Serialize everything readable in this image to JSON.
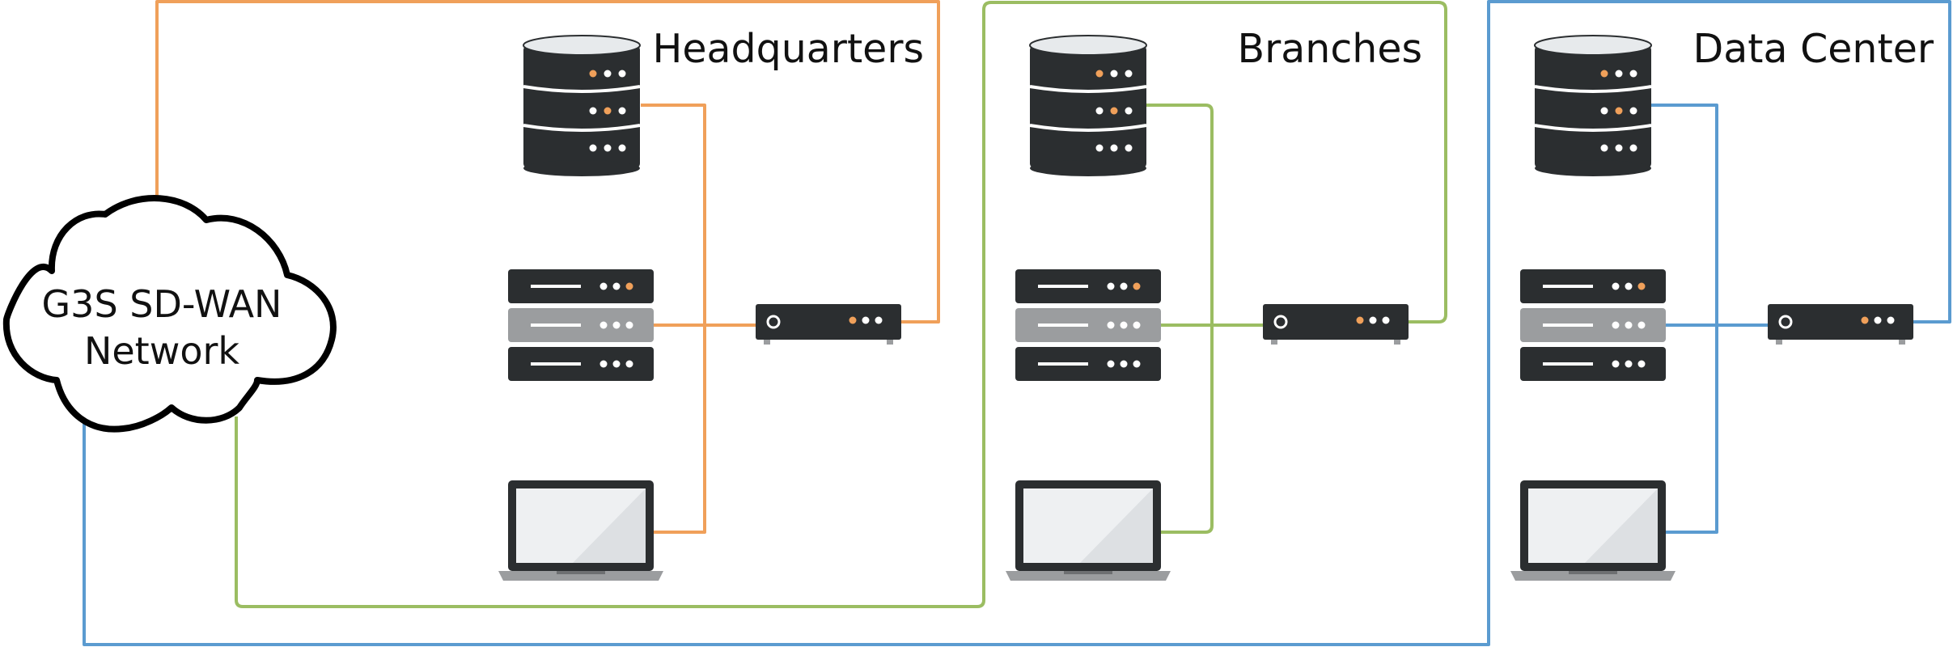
{
  "cloud": {
    "line1": "G3S SD-WAN",
    "line2": "Network"
  },
  "sites": [
    {
      "key": "hq",
      "title": "Headquarters",
      "color": "#f0a05a"
    },
    {
      "key": "branches",
      "title": "Branches",
      "color": "#9bbd62"
    },
    {
      "key": "datacenter",
      "title": "Data Center",
      "color": "#5b9bd0"
    }
  ],
  "palette": {
    "device_dark": "#2b2e30",
    "device_gray": "#9b9d9f",
    "led_orange": "#f0a05a",
    "led_white": "#ffffff",
    "screen": "#eef0f2"
  },
  "devices": [
    "database-icon",
    "server-rack-icon",
    "laptop-icon",
    "sd-wan-appliance-icon"
  ]
}
